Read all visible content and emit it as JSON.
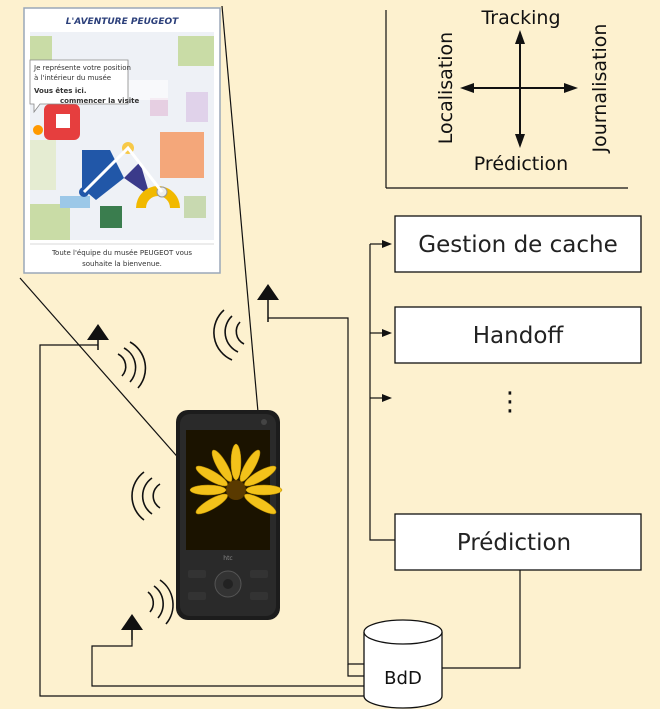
{
  "axis_diagram": {
    "top": "Tracking",
    "bottom": "Prédiction",
    "left": "Localisation",
    "right": "Journalisation"
  },
  "boxes": {
    "cache": "Gestion de cache",
    "handoff": "Handoff",
    "ellipsis": "⋮",
    "prediction": "Prédiction"
  },
  "database": {
    "label": "BdD"
  },
  "museum_card": {
    "title": "L'AVENTURE PEUGEOT",
    "note_line1": "Je représente votre position",
    "note_line2": "à l'intérieur du musée",
    "you_are_here": "Vous êtes ici.",
    "start_visit": "commencer la visite",
    "footer_line1": "Toute l'équipe du musée PEUGEOT vous",
    "footer_line2": "souhaite la bienvenue."
  },
  "phone": {
    "brand": "htc"
  },
  "colors": {
    "background": "#fdf1cf",
    "line": "#111111",
    "card_border": "#9aa7b9"
  }
}
